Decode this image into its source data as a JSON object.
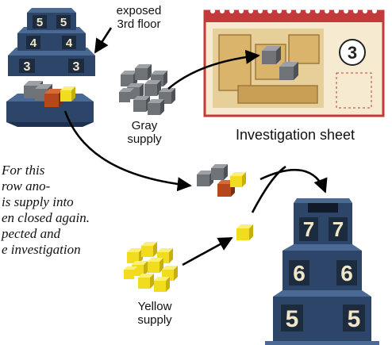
{
  "labels": {
    "exposed_floor": [
      "exposed",
      "3rd floor"
    ],
    "gray_supply": [
      "Gray",
      "supply"
    ],
    "yellow_supply": [
      "Yellow",
      "supply"
    ],
    "investigation_sheet": "Investigation sheet",
    "sheet_number": "3"
  },
  "description_lines": [
    "For this",
    "row ano-",
    "is supply into",
    "en closed again.",
    "pected and",
    "e investigation"
  ],
  "tower_small_numbers": [
    "5",
    "5",
    "4",
    "4",
    "3",
    "3"
  ],
  "tower_large_numbers": [
    "7",
    "7",
    "6",
    "6",
    "5",
    "5"
  ],
  "colors": {
    "tower_blue": "#2c4568",
    "tower_blue_light": "#4a6a95",
    "number_tile": "#1d2b3e",
    "number_glyph": "#f0e7c8",
    "cube_gray": "#6f7378",
    "cube_yellow": "#f2dc1f",
    "cube_orange": "#b4481c",
    "sheet_red": "#c23a3a",
    "sheet_paper": "#f6ead0",
    "sheet_art": "#d9b46a"
  }
}
